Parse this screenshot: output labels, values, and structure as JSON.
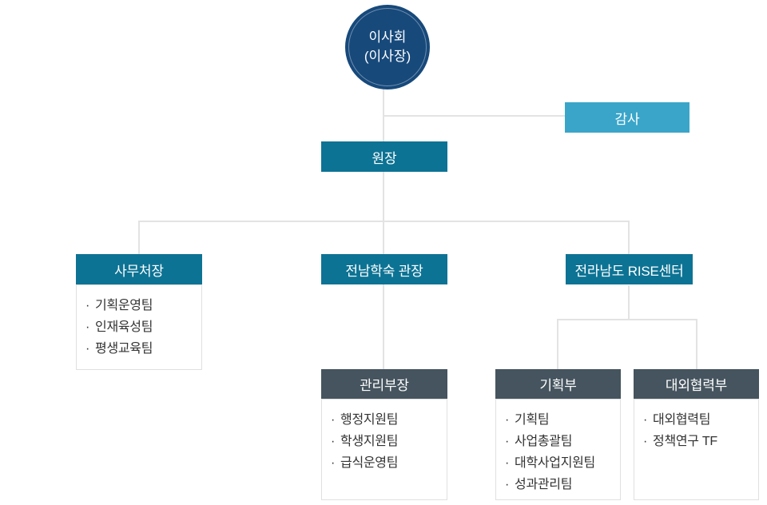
{
  "org_chart": {
    "root": {
      "line1": "이사회",
      "line2": "(이사장)"
    },
    "audit": {
      "label": "감사"
    },
    "director": {
      "label": "원장"
    },
    "secretariat": {
      "label": "사무처장",
      "teams": [
        "기획운영팀",
        "인재육성팀",
        "평생교육팀"
      ]
    },
    "dormitory": {
      "label": "전남학숙 관장",
      "management": {
        "label": "관리부장",
        "teams": [
          "행정지원팀",
          "학생지원팀",
          "급식운영팀"
        ]
      }
    },
    "rise_center": {
      "label": "전라남도 RISE센터",
      "planning_dept": {
        "label": "기획부",
        "teams": [
          "기획팀",
          "사업총괄팀",
          "대학사업지원팀",
          "성과관리팀"
        ]
      },
      "external_dept": {
        "label": "대외협력부",
        "teams": [
          "대외협력팀",
          "정책연구 TF"
        ]
      }
    }
  },
  "colors": {
    "root_navy": "#17497B",
    "primary_teal": "#0D7394",
    "audit_light_blue": "#3AA5C9",
    "dept_slate": "#45545E",
    "connector_gray": "#E3E3E3",
    "panel_border": "#E0E0E0",
    "list_text": "#333333"
  }
}
